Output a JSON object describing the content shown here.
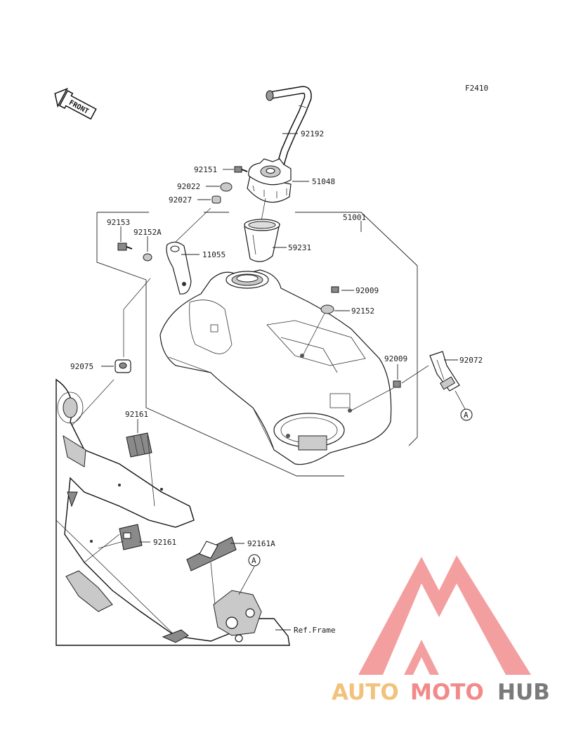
{
  "figure_code": "F2410",
  "front_label": "FRONT",
  "callouts": {
    "p92192": "92192",
    "p92151": "92151",
    "p92022": "92022",
    "p92027": "92027",
    "p51048": "51048",
    "p51001": "51001",
    "p92153": "92153",
    "p92152A": "92152A",
    "p11055": "11055",
    "p59231": "59231",
    "p92009a": "92009",
    "p92152": "92152",
    "p92009b": "92009",
    "p92072": "92072",
    "p92075": "92075",
    "p92161a": "92161",
    "p92161b": "92161",
    "p92161A": "92161A",
    "ref_frame": "Ref.Frame",
    "ref_a1": "A",
    "ref_a2": "A"
  },
  "watermark": {
    "part1": "AUTO",
    "part2": "MOTO",
    "part3": "HUB",
    "colors": {
      "auto": "#f2c27c",
      "moto": "#f28a8a",
      "hub": "#7a7a7a",
      "logo": "#f07d7d"
    }
  }
}
